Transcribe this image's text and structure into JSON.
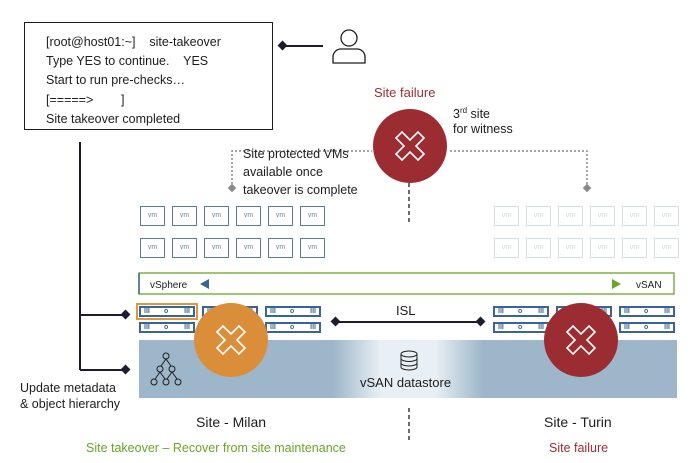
{
  "terminal": {
    "lines": [
      "[root@host01:~]    site-takeover",
      "Type YES to continue.    YES",
      "Start to run pre-checks…",
      "[=====>        ]",
      "Site takeover completed"
    ]
  },
  "witness": {
    "status": "Site failure",
    "label_line1_main": "3",
    "label_line1_sup": "rd",
    "label_line1_rest": " site",
    "label_line2": "for witness"
  },
  "vm_note": {
    "line1": "Site protected VMs",
    "line2": "available once",
    "line3": "takeover is complete"
  },
  "vm_label": "vm",
  "network_bar": {
    "left": "vSphere",
    "right": "vSAN"
  },
  "isl_label": "ISL",
  "datastore_label": "vSAN datastore",
  "metadata_note": {
    "line1": "Update metadata",
    "line2": "& object hierarchy"
  },
  "sites": [
    {
      "name": "Site - Milan",
      "status": "Site takeover – Recover from site maintenance",
      "status_color": "#6aa52a",
      "vm_state": "active",
      "failure_color": "#db8e39"
    },
    {
      "name": "Site - Turin",
      "status": "Site failure",
      "status_color": "#9b2d32",
      "vm_state": "inactive",
      "failure_color": "#9b2d32"
    }
  ],
  "colors": {
    "failure_red": "#9b2d32",
    "maintenance_orange": "#db8e39",
    "vsan_green": "#6aa52a",
    "vsphere_blue": "#3a6590",
    "datastore_bg": "#9db6c9"
  },
  "server_labels": {
    "left": "III",
    "center": "o",
    "right": "III"
  }
}
